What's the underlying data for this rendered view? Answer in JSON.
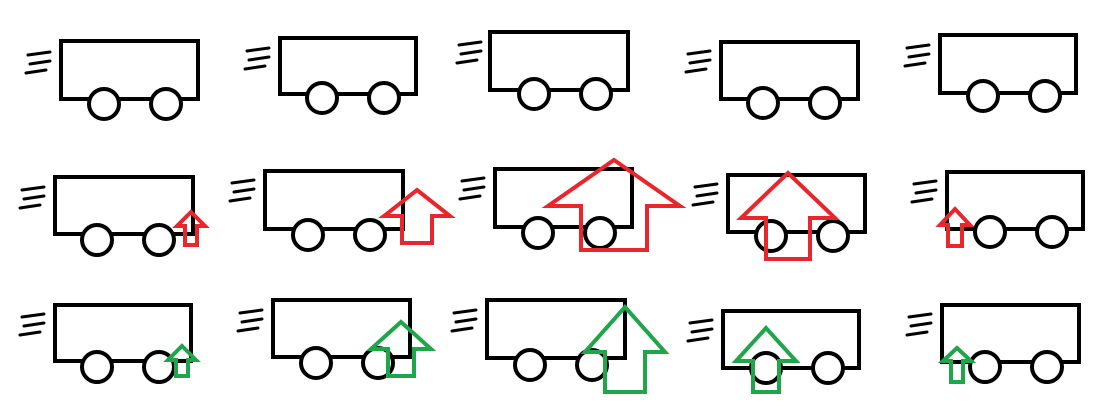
{
  "colors": {
    "background": "#ffffff",
    "outline": "#000000",
    "red_arrow": "#e8262b",
    "green_arrow": "#1fa64a"
  },
  "figure": {
    "description_text": "",
    "rows": [
      {
        "row": "no-arrow",
        "panels": [
          {
            "panel": 1,
            "arrow": null
          },
          {
            "panel": 2,
            "arrow": null
          },
          {
            "panel": 3,
            "arrow": null
          },
          {
            "panel": 4,
            "arrow": null
          },
          {
            "panel": 5,
            "arrow": null
          }
        ]
      },
      {
        "row": "red-arrow",
        "panels": [
          {
            "panel": 1,
            "arrow": "up-arrow-icon",
            "color": "red",
            "size": "small"
          },
          {
            "panel": 2,
            "arrow": "up-arrow-icon",
            "color": "red",
            "size": "medium"
          },
          {
            "panel": 3,
            "arrow": "up-arrow-icon",
            "color": "red",
            "size": "large"
          },
          {
            "panel": 4,
            "arrow": "up-arrow-icon",
            "color": "red",
            "size": "large"
          },
          {
            "panel": 5,
            "arrow": "up-arrow-icon",
            "color": "red",
            "size": "small"
          }
        ]
      },
      {
        "row": "green-arrow",
        "panels": [
          {
            "panel": 1,
            "arrow": "up-arrow-icon",
            "color": "green",
            "size": "small"
          },
          {
            "panel": 2,
            "arrow": "up-arrow-icon",
            "color": "green",
            "size": "medium"
          },
          {
            "panel": 3,
            "arrow": "up-arrow-icon",
            "color": "green",
            "size": "large"
          },
          {
            "panel": 4,
            "arrow": "up-arrow-icon",
            "color": "green",
            "size": "medium"
          },
          {
            "panel": 5,
            "arrow": "up-arrow-icon",
            "color": "green",
            "size": "small"
          }
        ]
      }
    ]
  }
}
